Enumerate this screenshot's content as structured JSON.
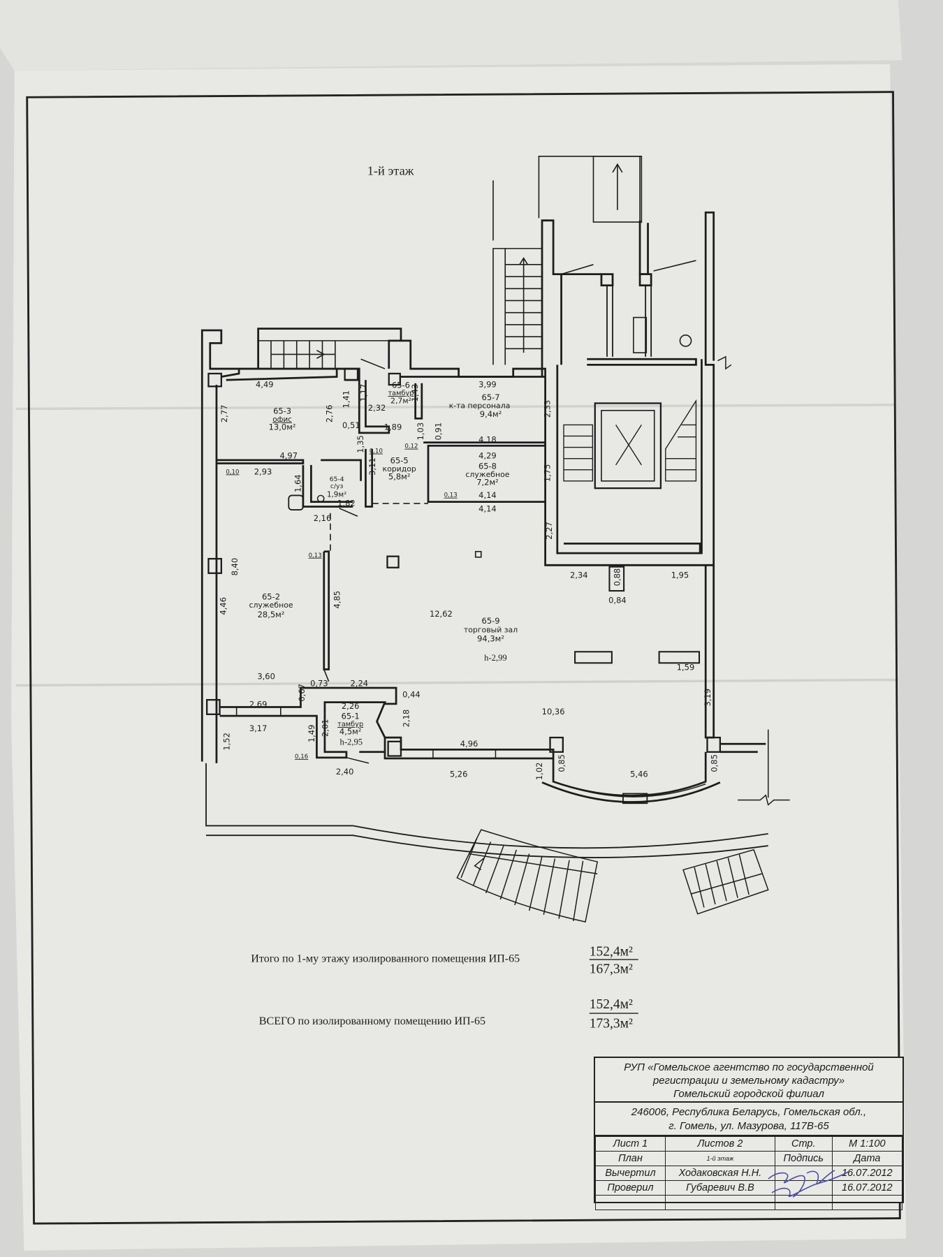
{
  "plan": {
    "floor_title": "1-й этаж",
    "rooms": [
      {
        "id": "65-3",
        "name": "офис",
        "area": "13,0м²"
      },
      {
        "id": "65-6",
        "name": "тамбур",
        "area": "2,7м²"
      },
      {
        "id": "65-7",
        "name": "к-та персонала",
        "area": "9,4м²"
      },
      {
        "id": "65-5",
        "name": "коридор",
        "area": "5,8м²"
      },
      {
        "id": "65-8",
        "name": "служебное",
        "area": "7,2м²"
      },
      {
        "id": "65-4",
        "name": "с/уз",
        "area": "1,9м²"
      },
      {
        "id": "65-2",
        "name": "служебное",
        "area": "28,5м²"
      },
      {
        "id": "65-9",
        "name": "торговый зал",
        "area": "94,3м²",
        "height": "h-2,99"
      },
      {
        "id": "65-1",
        "name": "тамбур",
        "area": "4,5м²",
        "height": "h-2,95"
      }
    ],
    "dims": [
      "4,49",
      "3,99",
      "2,77",
      "2,76",
      "1,41",
      "1,17",
      "2,32",
      "1,43",
      "0,51",
      "1,89",
      "1,03",
      "0,91",
      "2,33",
      "4,18",
      "4,29",
      "1,35",
      "0,10",
      "0,12",
      "4,97",
      "0,10",
      "2,93",
      "3,11",
      "1,75",
      "1,64",
      "1,82",
      "0,13",
      "4,14",
      "4,14",
      "2,16",
      "2,27",
      "0,13",
      "8,40",
      "4,85",
      "12,62",
      "2,34",
      "0,88",
      "0,84",
      "1,95",
      "4,46",
      "1,59",
      "3,60",
      "0,73",
      "2,24",
      "0,44",
      "0,67",
      "2,26",
      "2,69",
      "10,36",
      "3,19",
      "3,17",
      "2,18",
      "2,01",
      "1,49",
      "4,96",
      "1,52",
      "0,16",
      "2,40",
      "5,26",
      "1,02",
      "0,85",
      "5,46",
      "0,85"
    ]
  },
  "totals": [
    {
      "label": "Итого по 1-му этажу изолированного помещения ИП-65",
      "numerator": "152,4м²",
      "denominator": "167,3м²"
    },
    {
      "label": "ВСЕГО по изолированному помещению ИП-65",
      "numerator": "152,4м²",
      "denominator": "173,3м²"
    }
  ],
  "title_block": {
    "organization": [
      "РУП «Гомельское агентство по государственной",
      "регистрации и земельному кадастру»",
      "Гомельский городской филиал"
    ],
    "address": [
      "246006, Республика Беларусь, Гомельская обл.,",
      "г. Гомель,  ул. Мазурова, 117В-65"
    ],
    "sheet": "Лист 1",
    "sheets_total": "Листов 2",
    "page_label": "Стр.",
    "scale": "М 1:100",
    "doc_type": "План",
    "doc_subject": "1-й этаж",
    "signature_label": "Подпись",
    "date_label": "Дата",
    "drawn_role": "Вычертил",
    "drawn_by": "Ходаковская Н.Н.",
    "drawn_date": "16.07.2012",
    "checked_role": "Проверил",
    "checked_by": "Губаревич В.В",
    "checked_date": "16.07.2012"
  }
}
